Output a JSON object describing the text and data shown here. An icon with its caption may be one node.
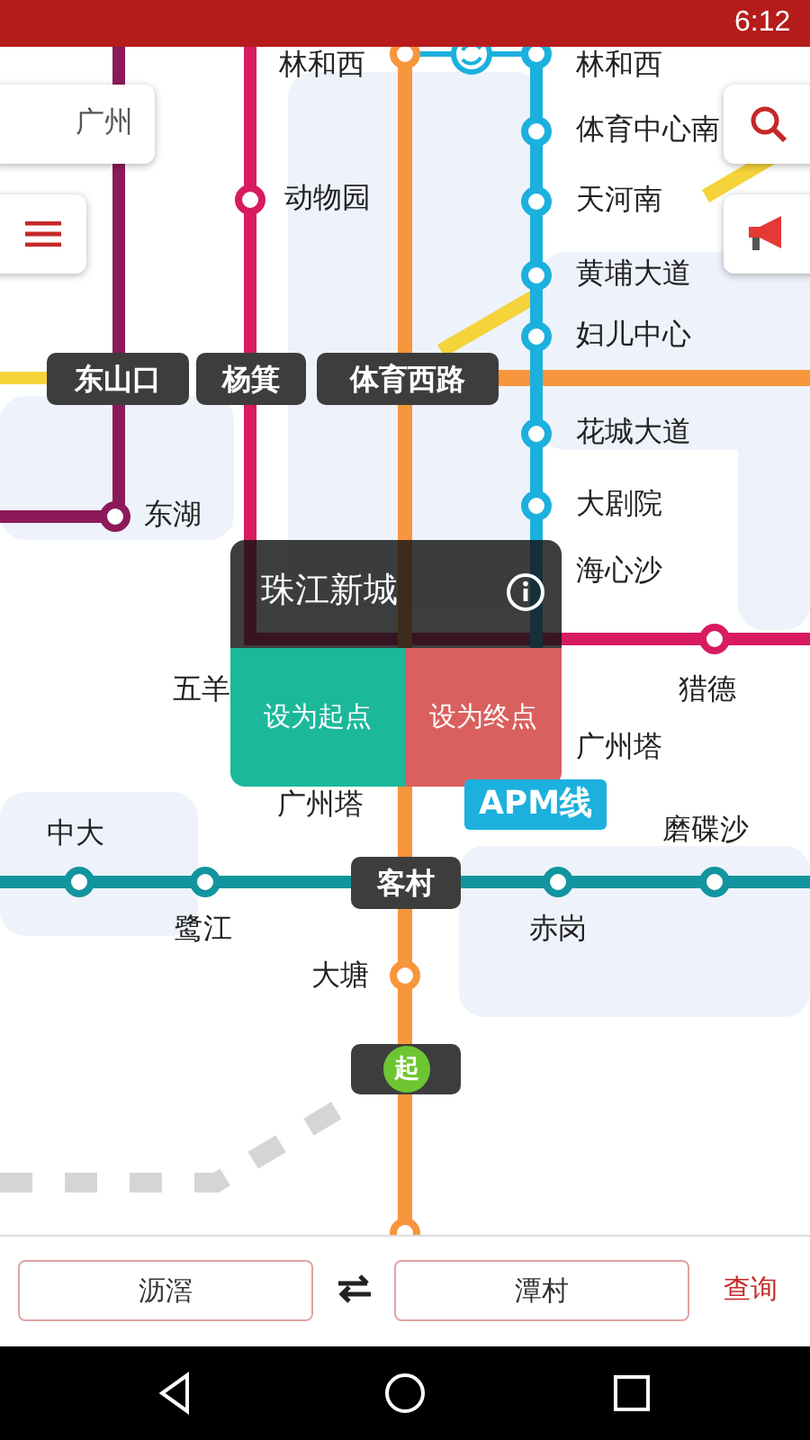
{
  "diagram": {
    "labels": [
      "6:12",
      "林和西",
      "林和西",
      "广州",
      "体育中心南",
      "动物园",
      "天河南",
      "黄埔大道",
      "妇儿中心",
      "东山口",
      "杨箕",
      "体育西路",
      "花城大道",
      "东湖",
      "大剧院",
      "海心沙",
      "珠江新城",
      "设为起点",
      "设为终点",
      "五羊",
      "猎德",
      "广州塔",
      "广州塔",
      "APM线",
      "中大",
      "磨碟沙",
      "客村",
      "鹭江",
      "赤岗",
      "大塘",
      "起",
      "沥滘",
      "潭村",
      "查询"
    ]
  }
}
